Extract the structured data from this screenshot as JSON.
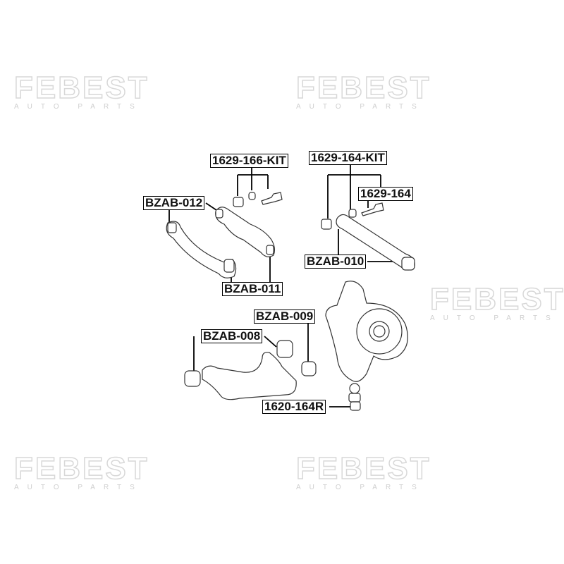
{
  "watermark": {
    "brand": "FEBEST",
    "tagline": "AUTO PARTS"
  },
  "labels": {
    "kit_166": "1629-166-KIT",
    "kit_164": "1629-164-KIT",
    "bolt_164": "1629-164",
    "bzab_012": "BZAB-012",
    "bzab_011": "BZAB-011",
    "bzab_010": "BZAB-010",
    "bzab_009": "BZAB-009",
    "bzab_008": "BZAB-008",
    "ball_joint": "1620-164R"
  }
}
